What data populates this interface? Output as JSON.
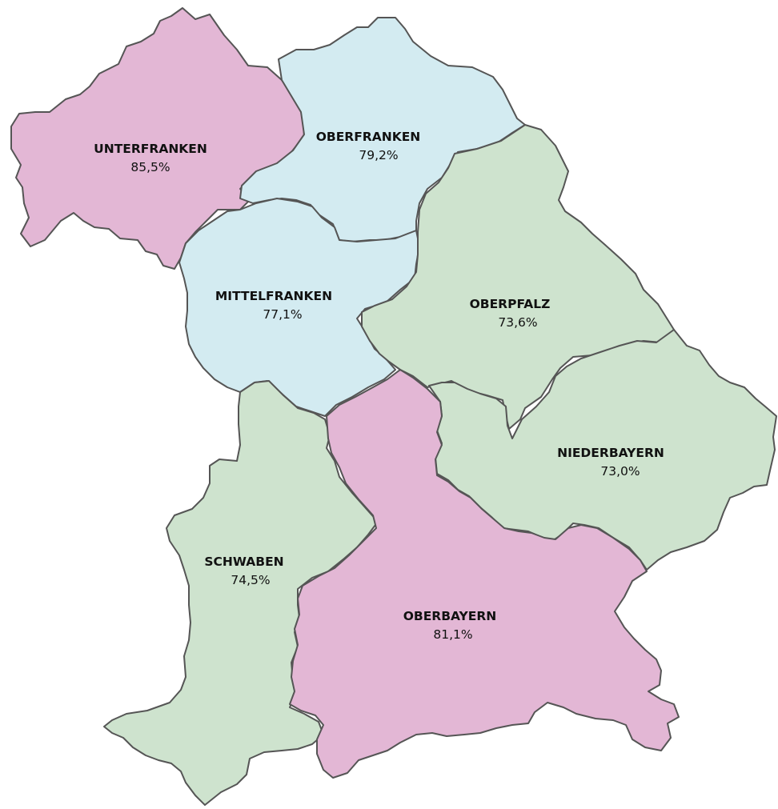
{
  "colors": {
    "pink": "#e3b7d5",
    "blue": "#d3ebf1",
    "green": "#cee3ce",
    "border": "#555555"
  },
  "regions": [
    {
      "id": "unterfranken",
      "name": "UNTERFRANKEN",
      "value": "85,5%",
      "color": "#e3b7d5"
    },
    {
      "id": "oberfranken",
      "name": "OBERFRANKEN",
      "value": "79,2%",
      "color": "#d3ebf1"
    },
    {
      "id": "mittelfranken",
      "name": "MITTELFRANKEN",
      "value": "77,1%",
      "color": "#d3ebf1"
    },
    {
      "id": "oberpfalz",
      "name": "OBERPFALZ",
      "value": "73,6%",
      "color": "#cee3ce"
    },
    {
      "id": "niederbayern",
      "name": "NIEDERBAYERN",
      "value": "73,0%",
      "color": "#cee3ce"
    },
    {
      "id": "schwaben",
      "name": "SCHWABEN",
      "value": "74,5%",
      "color": "#cee3ce"
    },
    {
      "id": "oberbayern",
      "name": "OBERBAYERN",
      "value": "81,1%",
      "color": "#e3b7d5"
    }
  ]
}
